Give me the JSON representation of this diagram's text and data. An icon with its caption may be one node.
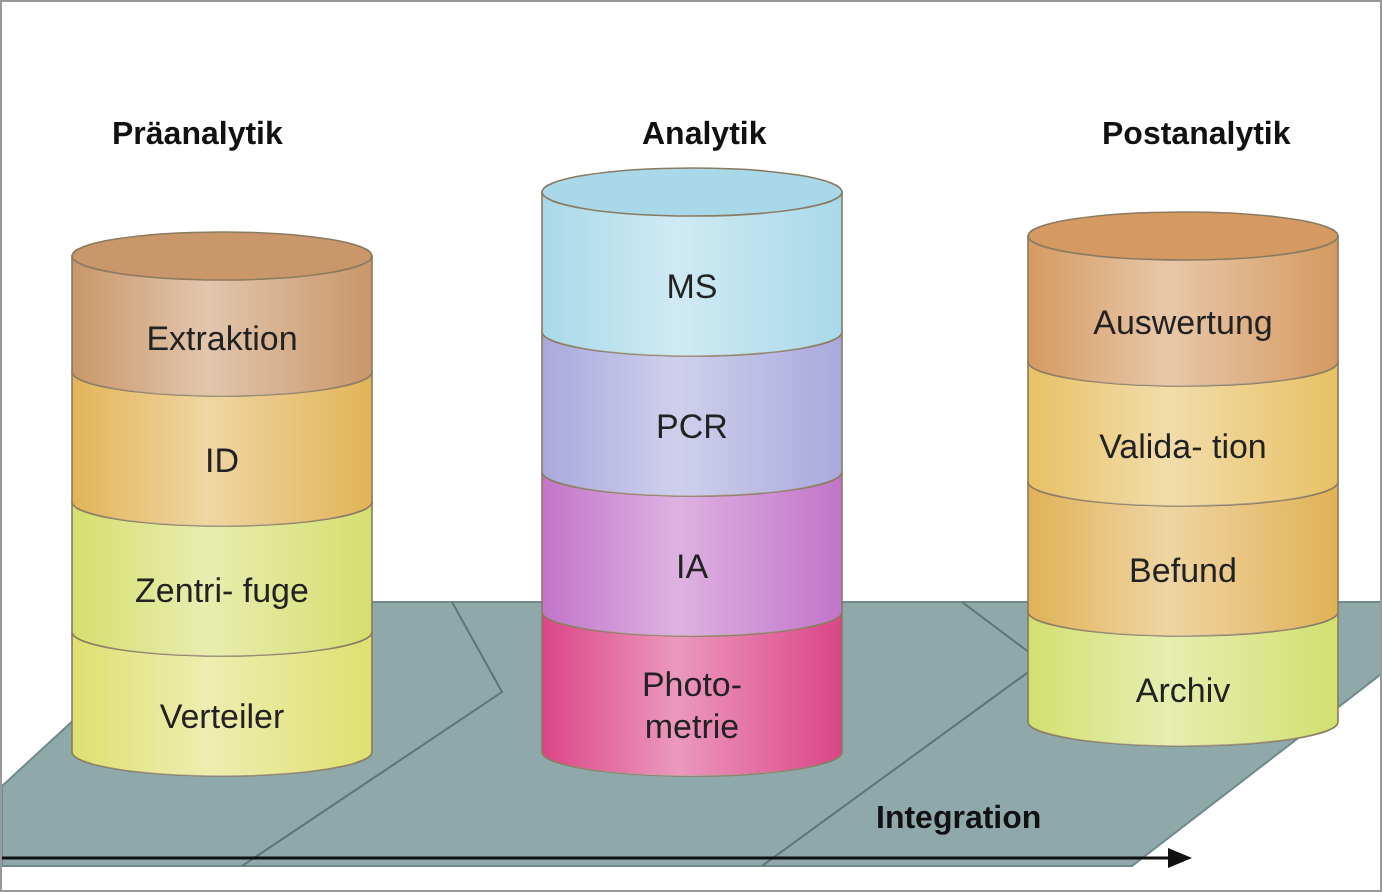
{
  "diagram": {
    "nodes": [
      {
        "text": [
          "Extraktion"
        ]
      },
      {
        "text": [
          "ID"
        ]
      },
      {
        "text": [
          "Zentri- fuge"
        ]
      },
      {
        "text": [
          "Verteiler"
        ]
      },
      {
        "text": [
          "MS"
        ]
      },
      {
        "text": [
          "PCR"
        ]
      },
      {
        "text": [
          "IA"
        ]
      },
      {
        "text": [
          "Photo- metrie"
        ]
      },
      {
        "text": [
          "Auswertung"
        ]
      },
      {
        "text": [
          "Valida- tion"
        ]
      },
      {
        "text": [
          "Befund"
        ]
      },
      {
        "text": [
          "Archiv"
        ]
      }
    ],
    "labels": [
      "Präanalytik",
      "Analytik",
      "Postanalytik",
      "Integration"
    ]
  }
}
